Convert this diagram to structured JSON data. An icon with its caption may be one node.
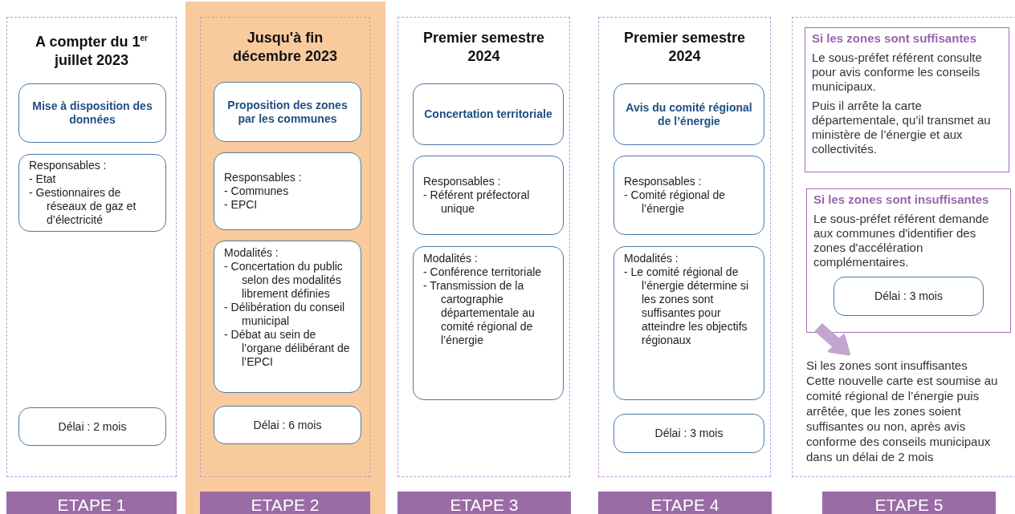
{
  "diagram": {
    "nodes": [
      {
        "text": [
          "A compter du 1$^{er}$ juillet 2023"
        ]
      },
      {
        "text": [
          "Mise à disposition des données"
        ],
        "in": 0
      },
      {
        "text": [
          "Responsables :",
          "- Etat",
          "- Gestionnaires de réseaux de gaz et d’électricité"
        ],
        "in": 0
      },
      {
        "text": [
          "Délai : 2 mois"
        ],
        "in": 0
      },
      {
        "text": [
          "Jusqu'à fin décembre 2023"
        ]
      },
      {
        "text": [
          "Proposition des zones par les communes"
        ],
        "in": 4
      },
      {
        "text": [
          "Responsables :",
          "- Communes",
          "- EPCI"
        ],
        "in": 4
      },
      {
        "text": [
          "Modalités :",
          "- Concertation du public selon des modalités librement définies",
          "- Délibération du conseil municipal",
          "- Débat au sein de l’organe délibérant de l’EPCI"
        ],
        "in": 4
      },
      {
        "text": [
          "Délai : 6 mois"
        ],
        "in": 4
      },
      {
        "text": [
          "Premier semestre 2024"
        ]
      },
      {
        "text": [
          "Concertation territoriale"
        ],
        "in": 9
      },
      {
        "text": [
          "Responsables :",
          "- Référent préfectoral unique"
        ],
        "in": 9
      },
      {
        "text": [
          "Modalités :",
          "- Conférence territoriale",
          "- Transmission de la cartographie départementale au comité régional de l’énergie"
        ],
        "in": 9
      },
      {
        "text": [
          "Premier semestre 2024"
        ]
      },
      {
        "text": [
          "Avis du comité régional de l’énergie"
        ],
        "in": 13
      },
      {
        "text": [
          "Responsables :",
          "- Comité régional de l’énergie"
        ],
        "in": 13
      },
      {
        "text": [
          "Modalités :",
          "- Le comité régional de l’énergie détermine si les zones sont suffisantes pour atteindre les objectifs régionaux"
        ],
        "in": 13
      },
      {
        "text": [
          "Délai : 3 mois"
        ],
        "in": 13
      },
      {
        "text": [],
        "shape": "box"
      },
      {
        "text": [
          "Si les zones sont suffisantes",
          "Le sous-préfet référent consulte pour avis conforme les conseils municipaux.",
          "Puis il arrête la carte départementale, qu’il transmet au ministère de l’énergie et aux collectivités."
        ],
        "in": 18
      },
      {
        "text": [
          "Si les zones sont insuffisantes",
          "Le sous-préfet référent demande aux communes d'identifier des zones d'accélération complémentaires."
        ],
        "in": 18
      },
      {
        "text": [
          "Délai : 3 mois"
        ],
        "in": 20
      },
      {
        "text": [
          "Si les zones sont insuffisantes",
          "Cette nouvelle carte est soumise au comité régional de l’énergie puis arrêtée, que les zones soient suffisantes ou non, après avis conforme des conseils municipaux dans un délai de 2 mois"
        ],
        "in": 18
      },
      {
        "text": [
          "ETAPE 1"
        ]
      },
      {
        "text": [
          "ETAPE 2"
        ]
      },
      {
        "text": [
          "ETAPE 3"
        ]
      },
      {
        "text": [
          "ETAPE 4"
        ]
      },
      {
        "text": [
          "ETAPE 5"
        ]
      }
    ],
    "edges": [
      {
        "from": 20,
        "to": 22,
        "arrow": "to",
        "color": "#c3a5cf"
      }
    ]
  }
}
